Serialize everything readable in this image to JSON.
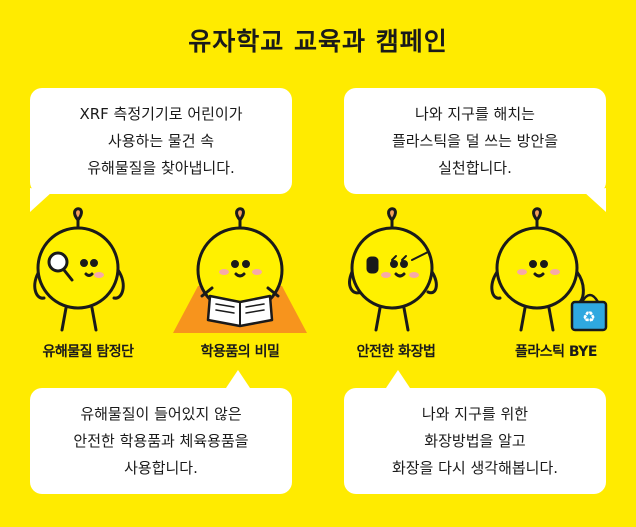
{
  "title": "유자학교 교육과 캠페인",
  "bubbles": {
    "top_left": [
      "XRF 측정기기로 어린이가",
      "사용하는 물건 속",
      "유해물질을 찾아냅니다."
    ],
    "top_right": [
      "나와 지구를 해치는",
      "플라스틱을 덜 쓰는 방안을",
      "실천합니다."
    ],
    "bottom_left": [
      "유해물질이 들어있지 않은",
      "안전한 학용품과 체육용품을",
      "사용합니다."
    ],
    "bottom_right": [
      "나와 지구를 위한",
      "화장방법을 알고",
      "화장을 다시 생각해봅니다."
    ]
  },
  "labels": [
    "유해물질 탐정단",
    "학용품의 비밀",
    "안전한 화장법",
    "플라스틱 BYE"
  ],
  "colors": {
    "background": "#FFEB00",
    "character": "#FFF100",
    "leaf": "#F5A05A",
    "book_mat": "#F7941D",
    "recycle_bag": "#2FA8E0"
  }
}
